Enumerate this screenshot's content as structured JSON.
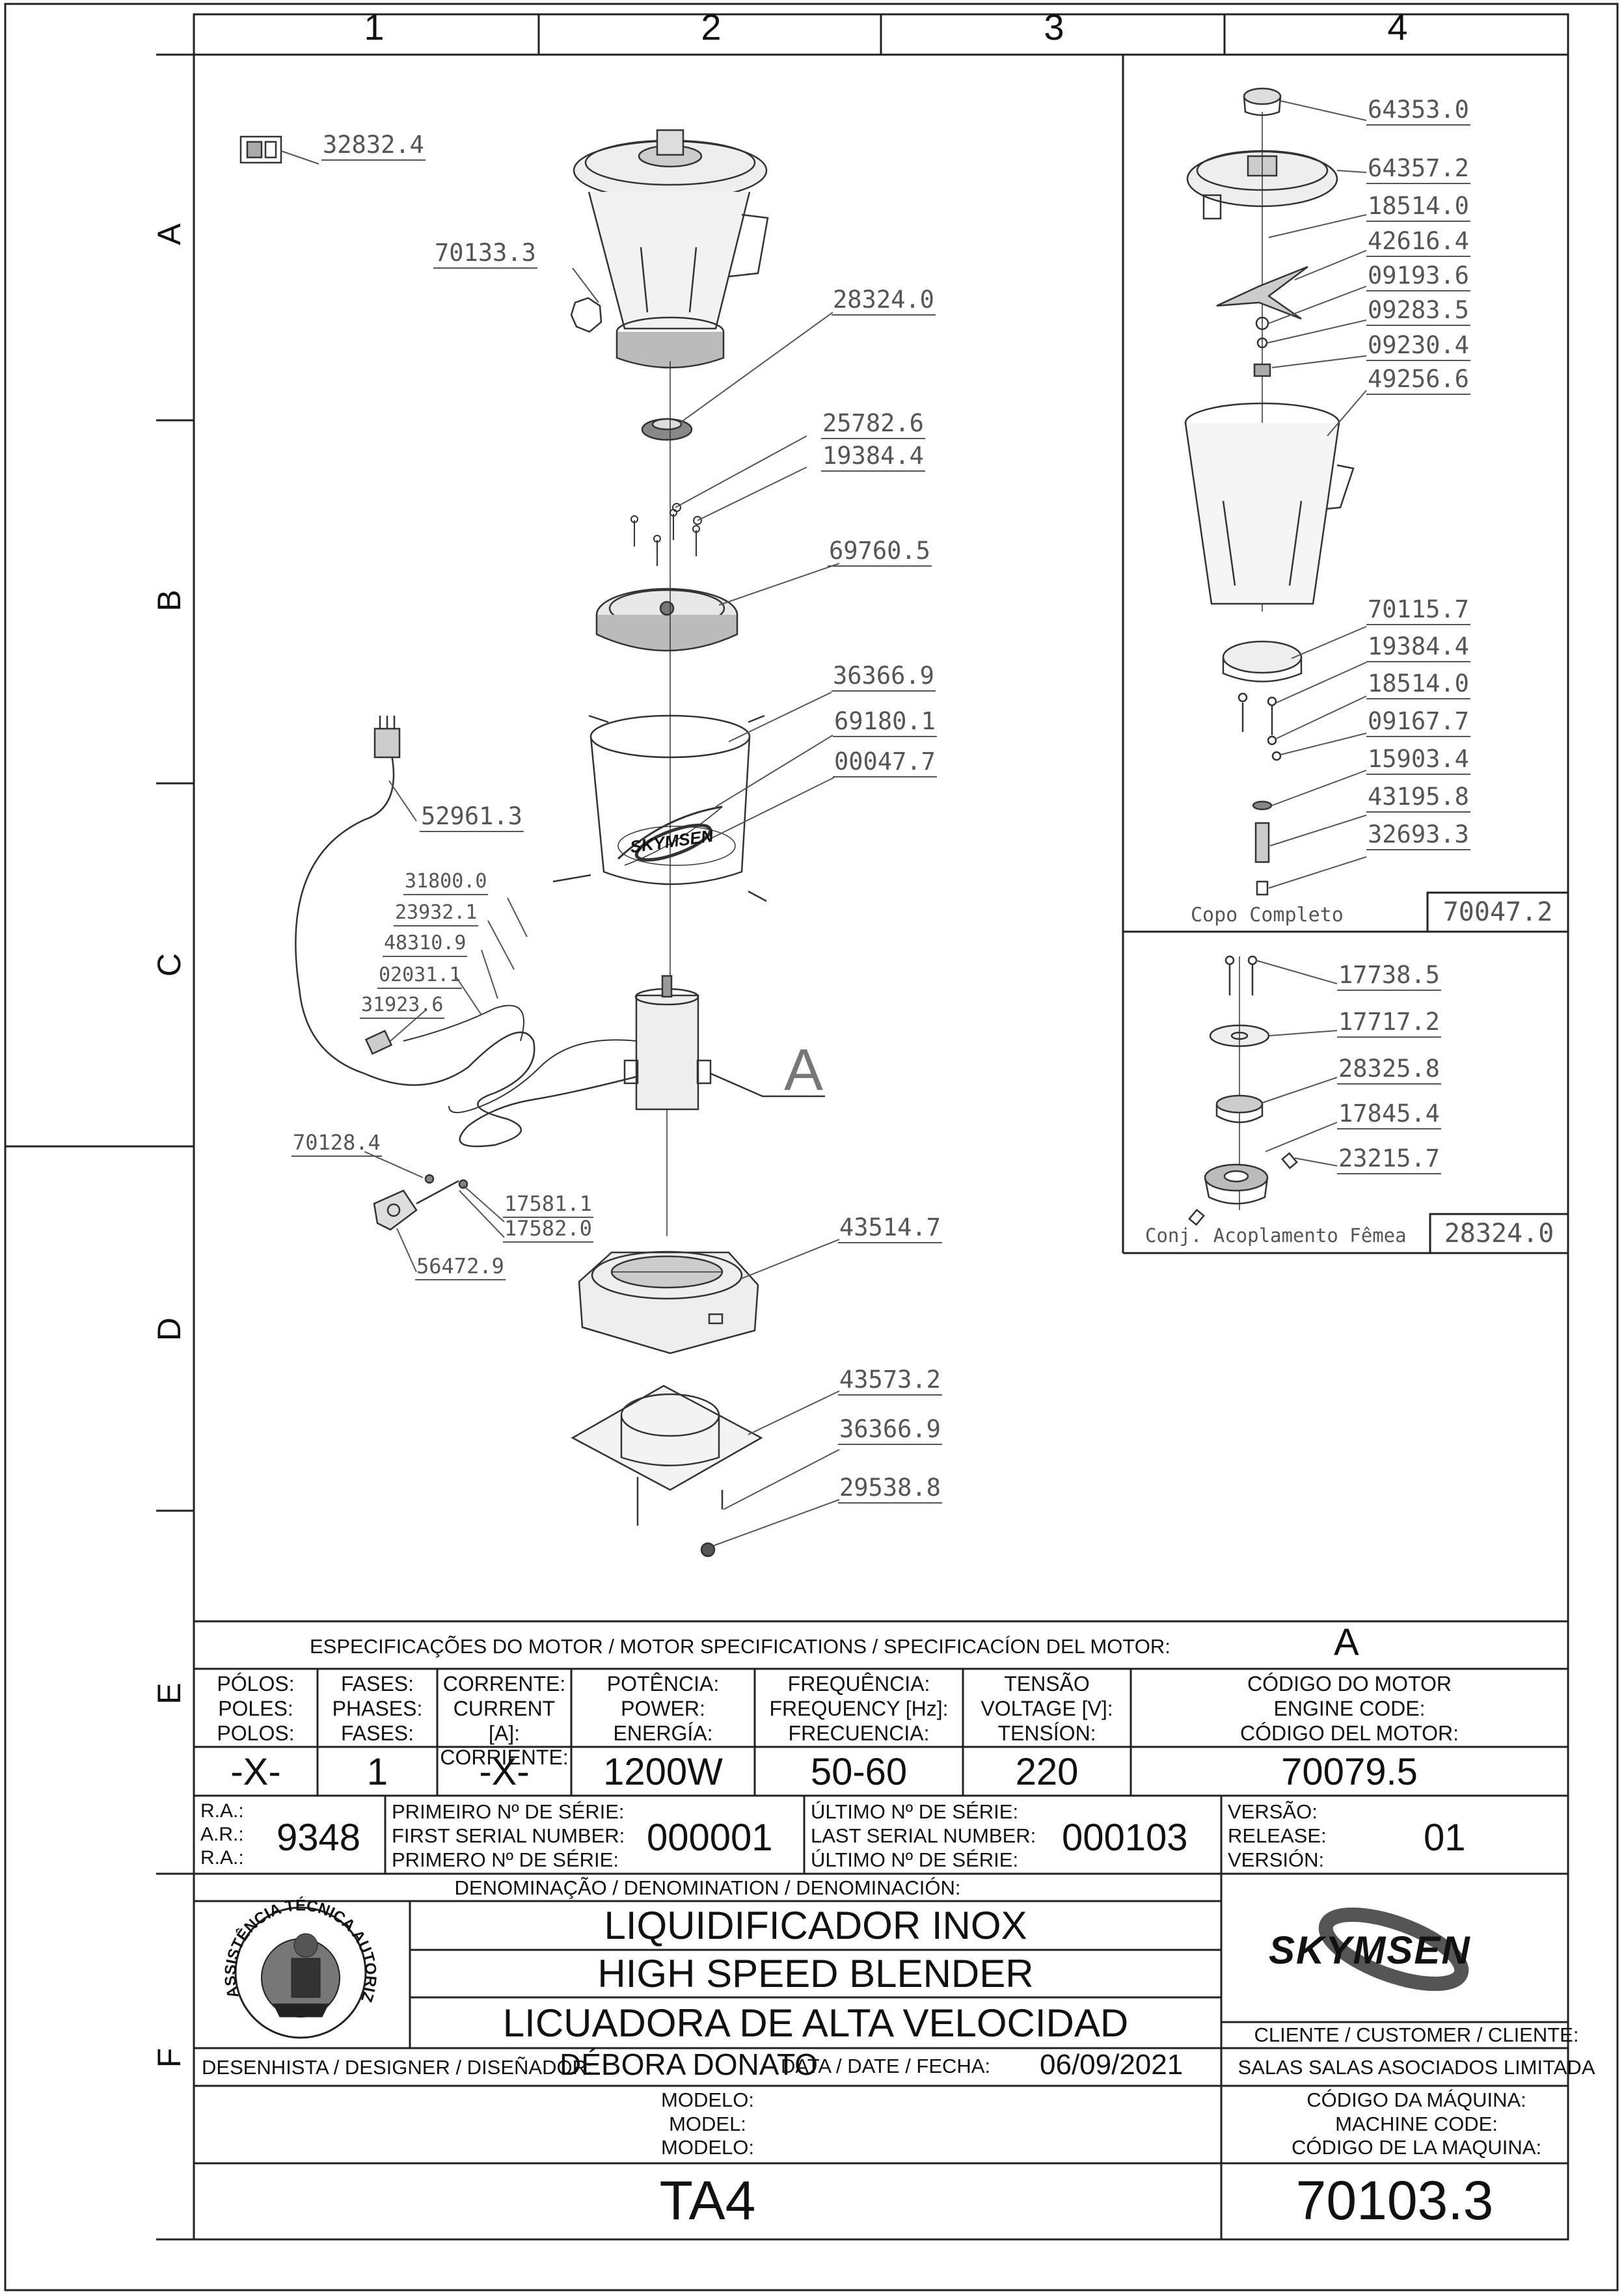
{
  "grid": {
    "columns": [
      "1",
      "2",
      "3",
      "4"
    ],
    "rows": [
      "A",
      "B",
      "C",
      "D",
      "E",
      "F"
    ]
  },
  "part_labels": [
    {
      "id": "p1",
      "text": "32832.4"
    },
    {
      "id": "p2",
      "text": "70133.3"
    },
    {
      "id": "p3",
      "text": "28324.0"
    },
    {
      "id": "p4",
      "text": "25782.6"
    },
    {
      "id": "p5",
      "text": "19384.4"
    },
    {
      "id": "p6",
      "text": "69760.5"
    },
    {
      "id": "p7",
      "text": "36366.9"
    },
    {
      "id": "p8",
      "text": "69180.1"
    },
    {
      "id": "p9",
      "text": "00047.7"
    },
    {
      "id": "p10",
      "text": "52961.3"
    },
    {
      "id": "p11",
      "text": "31800.0"
    },
    {
      "id": "p12",
      "text": "23932.1"
    },
    {
      "id": "p13",
      "text": "48310.9"
    },
    {
      "id": "p14",
      "text": "02031.1"
    },
    {
      "id": "p15",
      "text": "31923.6"
    },
    {
      "id": "p16",
      "text": "70128.4"
    },
    {
      "id": "p17",
      "text": "17581.1"
    },
    {
      "id": "p18",
      "text": "17582.0"
    },
    {
      "id": "p19",
      "text": "56472.9"
    },
    {
      "id": "p20",
      "text": "43514.7"
    },
    {
      "id": "p21",
      "text": "43573.2"
    },
    {
      "id": "p22",
      "text": "36366.9"
    },
    {
      "id": "p23",
      "text": "29538.8"
    },
    {
      "id": "p24",
      "text": "64353.0"
    },
    {
      "id": "p25",
      "text": "64357.2"
    },
    {
      "id": "p26",
      "text": "18514.0"
    },
    {
      "id": "p27",
      "text": "42616.4"
    },
    {
      "id": "p28",
      "text": "09193.6"
    },
    {
      "id": "p29",
      "text": "09283.5"
    },
    {
      "id": "p30",
      "text": "09230.4"
    },
    {
      "id": "p31",
      "text": "49256.6"
    },
    {
      "id": "p32",
      "text": "70115.7"
    },
    {
      "id": "p33",
      "text": "19384.4"
    },
    {
      "id": "p34",
      "text": "18514.0"
    },
    {
      "id": "p35",
      "text": "09167.7"
    },
    {
      "id": "p36",
      "text": "15903.4"
    },
    {
      "id": "p37",
      "text": "43195.8"
    },
    {
      "id": "p38",
      "text": "32693.3"
    },
    {
      "id": "p39",
      "text": "17738.5"
    },
    {
      "id": "p40",
      "text": "17717.2"
    },
    {
      "id": "p41",
      "text": "28325.8"
    },
    {
      "id": "p42",
      "text": "17845.4"
    },
    {
      "id": "p43",
      "text": "23215.7"
    }
  ],
  "motor_callout": "A",
  "cup_assembly": {
    "label": "Copo  Completo",
    "code": "70047.2"
  },
  "coupling_assembly": {
    "label": "Conj.  Acoplamento  Fêmea",
    "code": "28324.0"
  },
  "housing_brand": "SKYMSEN",
  "motor_specs": {
    "title": "ESPECIFICAÇÕES DO MOTOR / MOTOR SPECIFICATIONS / SPECIFICACÍON DEL MOTOR:",
    "motor_id": "A",
    "columns": [
      {
        "labels": [
          "PÓLOS:",
          "POLES:",
          "POLOS:"
        ],
        "value": "-X-"
      },
      {
        "labels": [
          "FASES:",
          "PHASES:",
          "FASES:"
        ],
        "value": "1"
      },
      {
        "labels": [
          "CORRENTE:",
          "CURRENT [A]:",
          "CORRIENTE:"
        ],
        "value": "-X-"
      },
      {
        "labels": [
          "POTÊNCIA:",
          "POWER:",
          "ENERGÍA:"
        ],
        "value": "1200W"
      },
      {
        "labels": [
          "FREQUÊNCIA:",
          "FREQUENCY [Hz]:",
          "FRECUENCIA:"
        ],
        "value": "50-60"
      },
      {
        "labels": [
          "TENSÃO",
          "VOLTAGE [V]:",
          "TENSÍON:"
        ],
        "value": "220"
      },
      {
        "labels": [
          "CÓDIGO DO MOTOR",
          "ENGINE CODE:",
          "CÓDIGO DEL MOTOR:"
        ],
        "value": "70079.5"
      }
    ]
  },
  "serial": {
    "ra_labels": [
      "R.A.:",
      "A.R.:",
      "R.A.:"
    ],
    "ra_value": "9348",
    "first_labels": [
      "PRIMEIRO Nº DE SÉRIE:",
      "FIRST SERIAL NUMBER:",
      "PRIMERO Nº DE SÉRIE:"
    ],
    "first_value": "000001",
    "last_labels": [
      "ÚLTIMO Nº DE SÉRIE:",
      "LAST SERIAL NUMBER:",
      "ÚLTIMO Nº DE SÉRIE:"
    ],
    "last_value": "000103",
    "version_labels": [
      "VERSÃO:",
      "RELEASE:",
      "VERSIÓN:"
    ],
    "version_value": "01"
  },
  "denomination": {
    "title": "DENOMINAÇÃO / DENOMINATION / DENOMINACIÓN:",
    "lines": [
      "LIQUIDIFICADOR INOX",
      "HIGH SPEED BLENDER",
      "LICUADORA DE ALTA VELOCIDAD"
    ]
  },
  "seal": {
    "text": "ASSISTÊNCIA TÉCNICA AUTORIZADA"
  },
  "brand": "SKYMSEN",
  "customer": {
    "label": "CLIENTE / CUSTOMER / CLIENTE:",
    "value": "SALAS SALAS ASOCIADOS LIMITADA"
  },
  "designer": {
    "label": "DESENHISTA / DESIGNER / DISEÑADOR:",
    "value": "DÉBORA DONATO"
  },
  "date": {
    "label": "DATA / DATE / FECHA:",
    "value": "06/09/2021"
  },
  "model": {
    "labels": [
      "MODELO:",
      "MODEL:",
      "MODELO:"
    ],
    "value": "TA4"
  },
  "machine_code": {
    "labels": [
      "CÓDIGO DA MÁQUINA:",
      "MACHINE CODE:",
      "CÓDIGO DE LA MAQUINA:"
    ],
    "value": "70103.3"
  }
}
